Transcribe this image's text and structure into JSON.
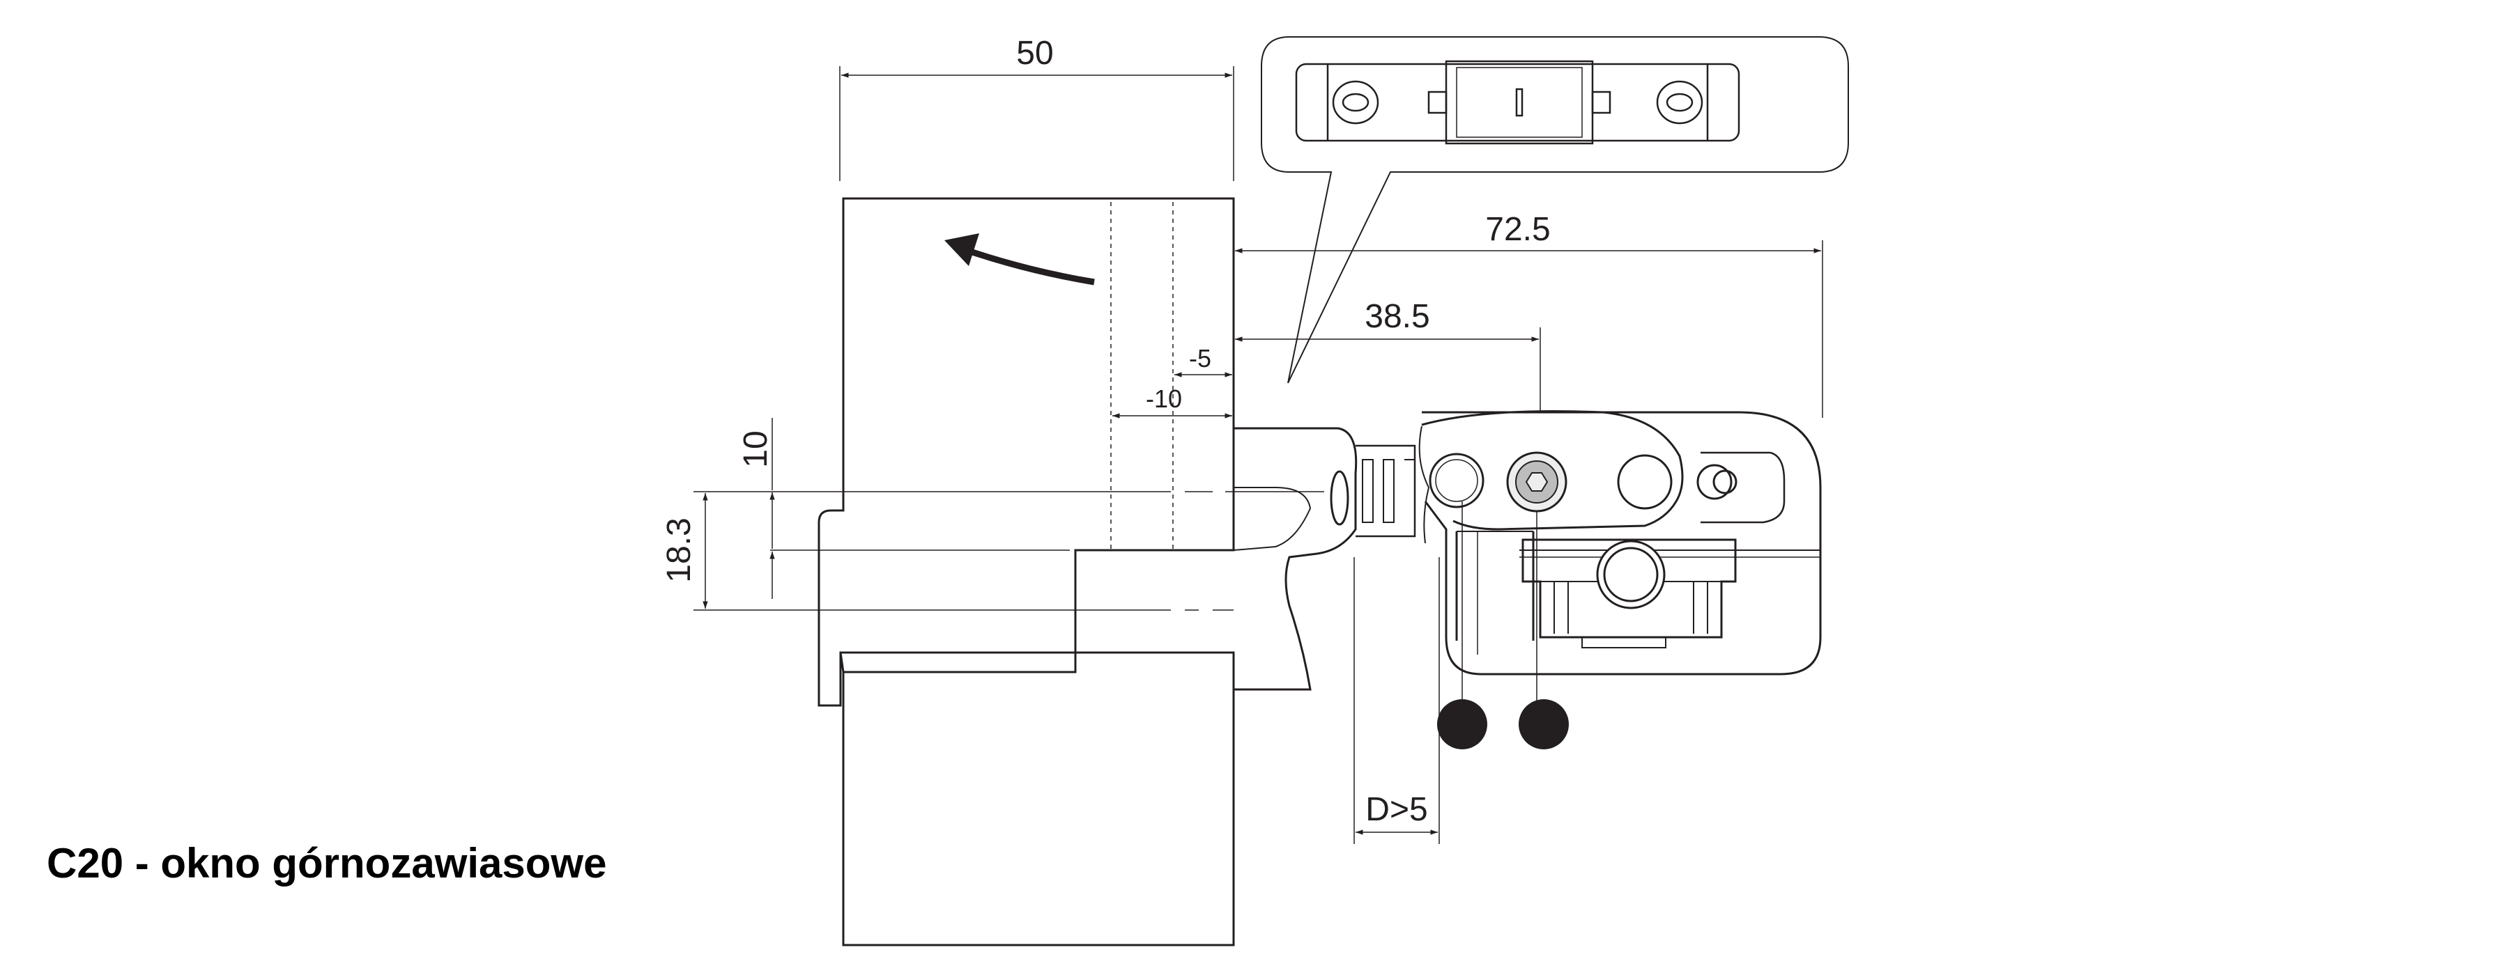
{
  "caption": "C20 - okno górnozawiasowe",
  "dimensions": {
    "width_top": "50",
    "overall": "72.5",
    "axis": "38.5",
    "offset_small": "-5",
    "offset_large": "-10",
    "rebate_height": "10",
    "total_height": "18.3",
    "clearance": "D>5"
  },
  "colors": {
    "line": "#231f20",
    "fill_light": "#eeeeee",
    "fill_grey": "#bdbdbd",
    "dot": "#231f20"
  },
  "icons": [
    "rotation-arrow-icon",
    "hex-screw-icon"
  ]
}
